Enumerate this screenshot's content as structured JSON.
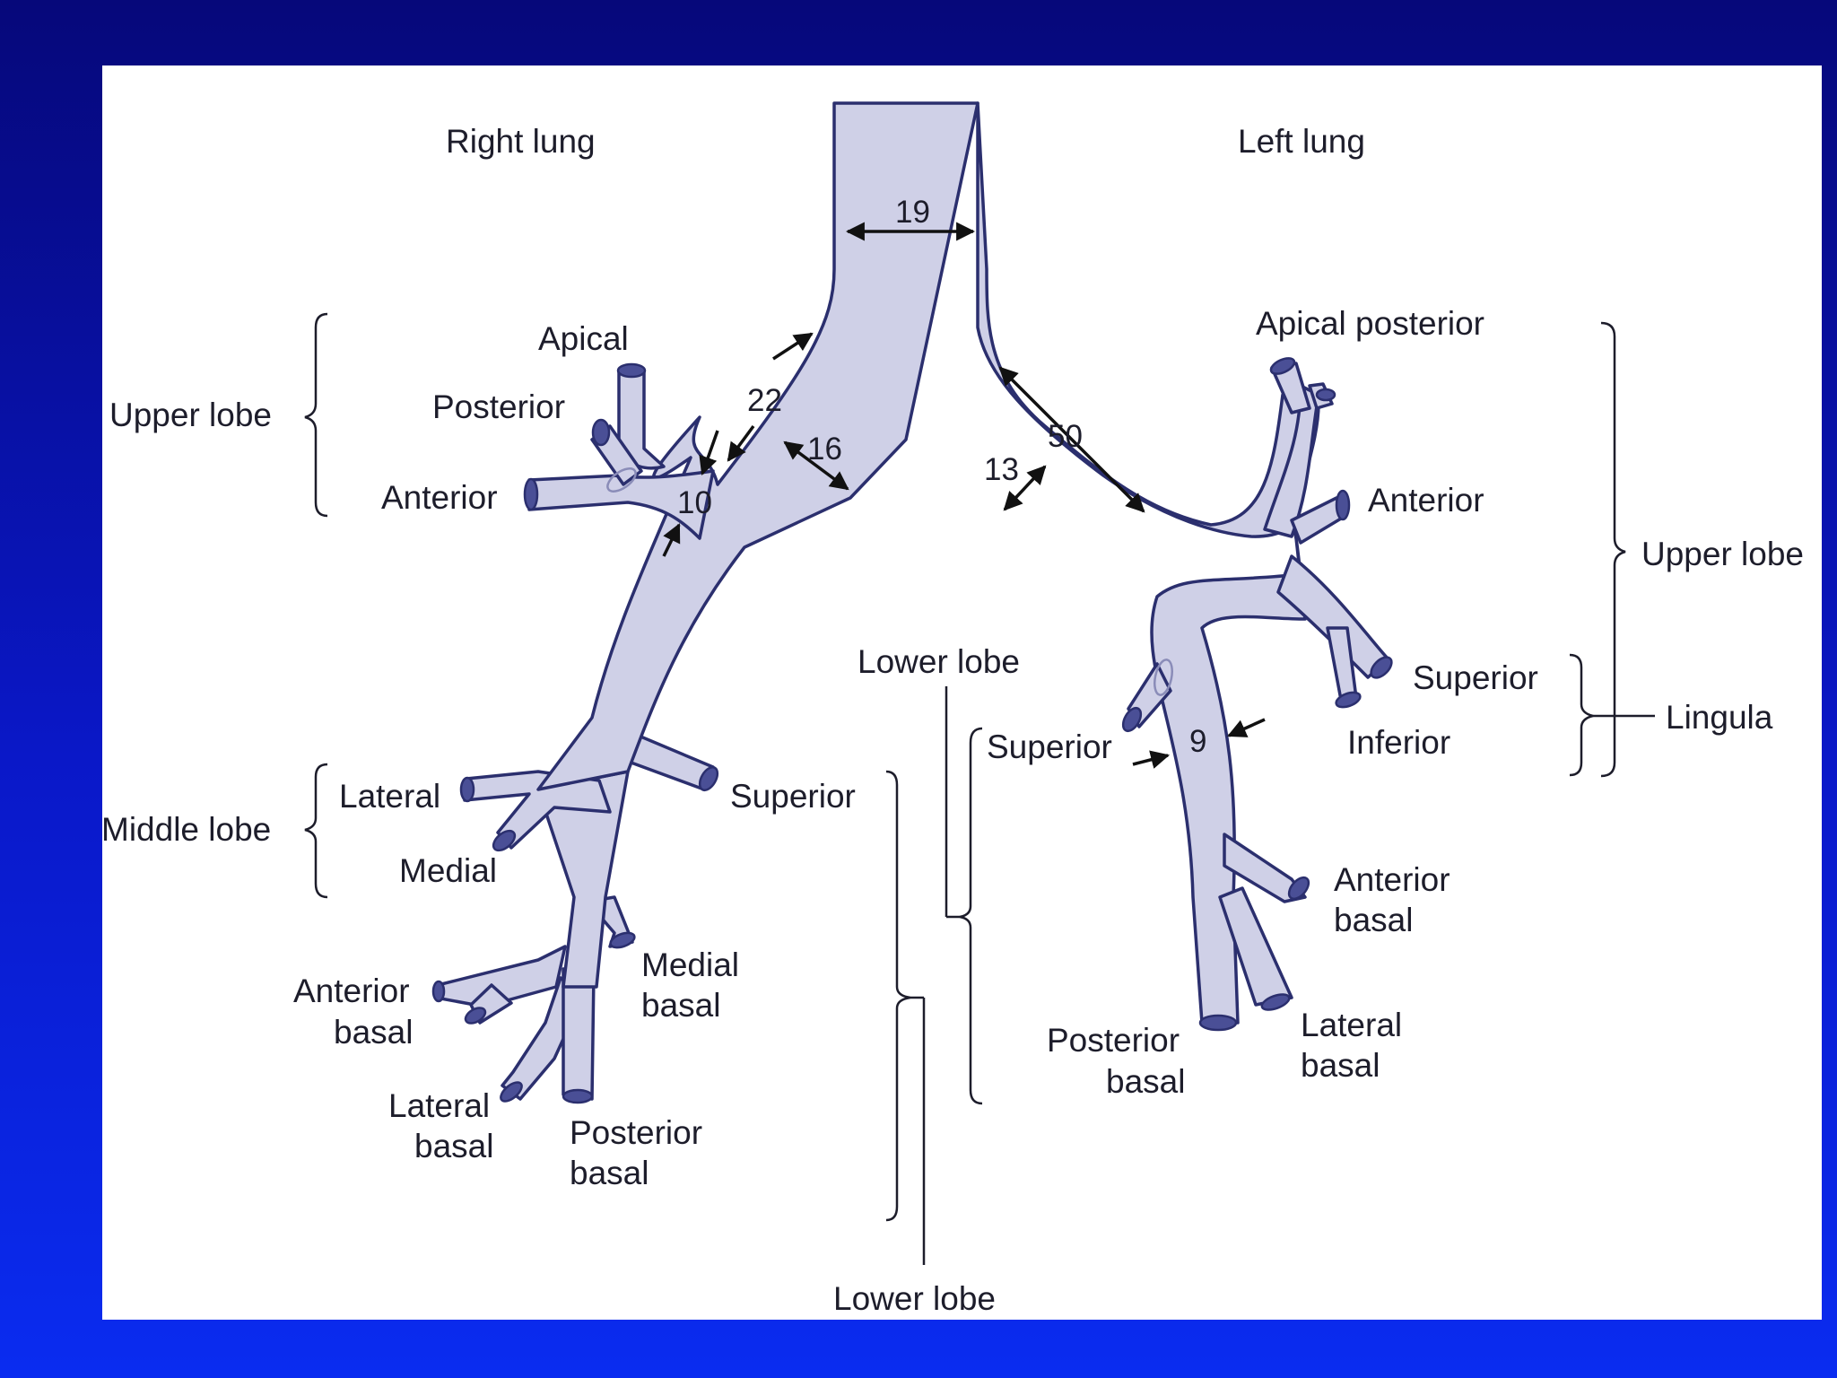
{
  "lung_headers": {
    "right": "Right lung",
    "left": "Left lung"
  },
  "right_lung": {
    "upper_lobe": {
      "name": "Upper lobe",
      "segments": [
        "Apical",
        "Posterior",
        "Anterior"
      ]
    },
    "middle_lobe": {
      "name": "Middle lobe",
      "segments": [
        "Lateral",
        "Medial"
      ]
    },
    "lower_lobe": {
      "name": "Lower lobe",
      "segments": [
        "Superior",
        "Medial basal",
        "Anterior basal",
        "Lateral basal",
        "Posterior basal"
      ],
      "split_labels": {
        "medial_basal": [
          "Medial",
          "basal"
        ],
        "anterior_basal": [
          "Anterior",
          "basal"
        ],
        "lateral_basal": [
          "Lateral",
          "basal"
        ],
        "posterior_basal": [
          "Posterior",
          "basal"
        ]
      }
    }
  },
  "left_lung": {
    "upper_lobe": {
      "name": "Upper lobe",
      "segments": [
        "Apical posterior",
        "Anterior"
      ]
    },
    "lingula": {
      "name": "Lingula",
      "segments": [
        "Superior",
        "Inferior"
      ]
    },
    "lower_lobe": {
      "name": "Lower lobe",
      "segments": [
        "Superior",
        "Anterior basal",
        "Lateral basal",
        "Posterior basal"
      ],
      "split_labels": {
        "anterior_basal": [
          "Anterior",
          "basal"
        ],
        "lateral_basal": [
          "Lateral",
          "basal"
        ],
        "posterior_basal": [
          "Posterior",
          "basal"
        ]
      }
    }
  },
  "measurements": {
    "trachea_diameter": "19",
    "right_main_bronchus_length": "22",
    "right_main_bronchus_diameter": "16",
    "right_upper_lobe_bronchus_diameter": "10",
    "left_main_bronchus_length": "50",
    "left_main_bronchus_diameter": "13",
    "left_lower_lobe_bronchus_diameter": "9"
  },
  "colors": {
    "slide_background": "#0a18c8",
    "panel": "#ffffff",
    "airway_fill": "#cfd0e7",
    "airway_outline": "#2b2f6e"
  }
}
